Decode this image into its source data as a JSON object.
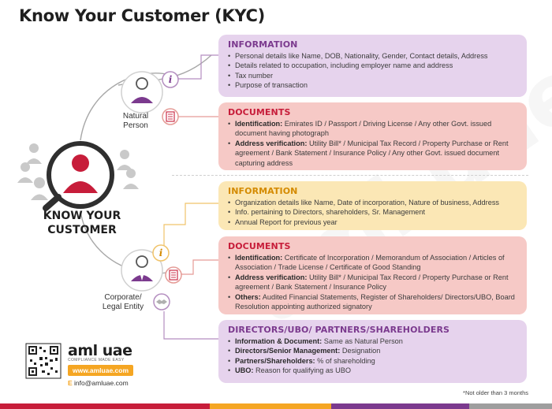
{
  "title": "Know Your Customer (KYC)",
  "center": {
    "line1": "KNOW YOUR",
    "line2": "CUSTOMER"
  },
  "natural": {
    "line1": "Natural",
    "line2": "Person"
  },
  "corporate": {
    "line1": "Corporate/",
    "line2": "Legal Entity"
  },
  "sections": {
    "natural_info": {
      "heading": "INFORMATION",
      "items": [
        "Personal details like Name, DOB, Nationality, Gender, Contact details, Address",
        "Details related to occupation, including employer name and address",
        "Tax number",
        "Purpose of transaction"
      ]
    },
    "natural_docs": {
      "heading": "DOCUMENTS",
      "items": [
        {
          "label": "Identification:",
          "text": " Emirates ID / Passport / Driving License / Any other Govt. issued document having photograph"
        },
        {
          "label": "Address verification:",
          "text": " Utility Bill* / Municipal Tax Record / Property Purchase or Rent agreement / Bank Statement / Insurance Policy / Any other Govt. issued document capturing address"
        }
      ]
    },
    "corp_info": {
      "heading": "INFORMATION",
      "items": [
        "Organization details like Name, Date of incorporation, Nature of business, Address",
        "Info. pertaining to Directors, shareholders, Sr. Management",
        "Annual Report for previous year"
      ]
    },
    "corp_docs": {
      "heading": "DOCUMENTS",
      "items": [
        {
          "label": "Identification:",
          "text": " Certificate of Incorporation / Memorandum of Association / Articles of Association / Trade License / Certificate of Good Standing"
        },
        {
          "label": "Address verification:",
          "text": " Utility Bill* / Municipal Tax Record / Property Purchase or Rent agreement / Bank Statement / Insurance Policy"
        },
        {
          "label": "Others:",
          "text": " Audited Financial Statements, Register of Shareholders/ Directors/UBO, Board Resolution appointing authorized signatory"
        }
      ]
    },
    "directors": {
      "heading": "DIRECTORS/UBO/ PARTNERS/SHAREHOLDERS",
      "items": [
        {
          "label": "Information & Document:",
          "text": " Same as Natural Person"
        },
        {
          "label": "Directors/Senior Management:",
          "text": " Designation"
        },
        {
          "label": "Partners/Shareholders:",
          "text": " % of shareholding"
        },
        {
          "label": "UBO:",
          "text": " Reason for qualifying as UBO"
        }
      ]
    }
  },
  "logo": {
    "name": "aml uae",
    "tagline": "COMPLIANCE MADE EASY",
    "website": "www.amluae.com",
    "email_prefix": "E",
    "email": "info@amluae.com"
  },
  "watermark": "aml uae",
  "footnote": "*Not older than 3 months",
  "colors": {
    "purple": "#7b3a8e",
    "red": "#c71d3a",
    "yellow": "#f5a623",
    "grey": "#9e9e9e"
  },
  "icons": {
    "info": "info-icon",
    "document": "document-icon",
    "handshake": "handshake-icon",
    "magnifier": "magnifier-icon"
  }
}
